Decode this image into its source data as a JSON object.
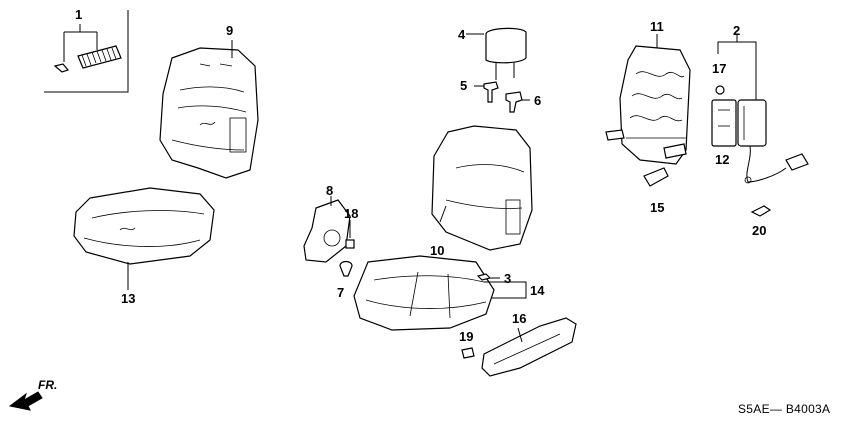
{
  "diagram": {
    "code": "S5AE— B4003A",
    "direction_label": "FR.",
    "callouts": {
      "c1": "1",
      "c2": "2",
      "c3": "3",
      "c4": "4",
      "c5": "5",
      "c6": "6",
      "c7": "7",
      "c8": "8",
      "c9": "9",
      "c10": "10",
      "c11": "11",
      "c12": "12",
      "c13": "13",
      "c14": "14",
      "c15": "15",
      "c16": "16",
      "c17": "17",
      "c18": "18",
      "c19": "19",
      "c20": "20"
    }
  }
}
